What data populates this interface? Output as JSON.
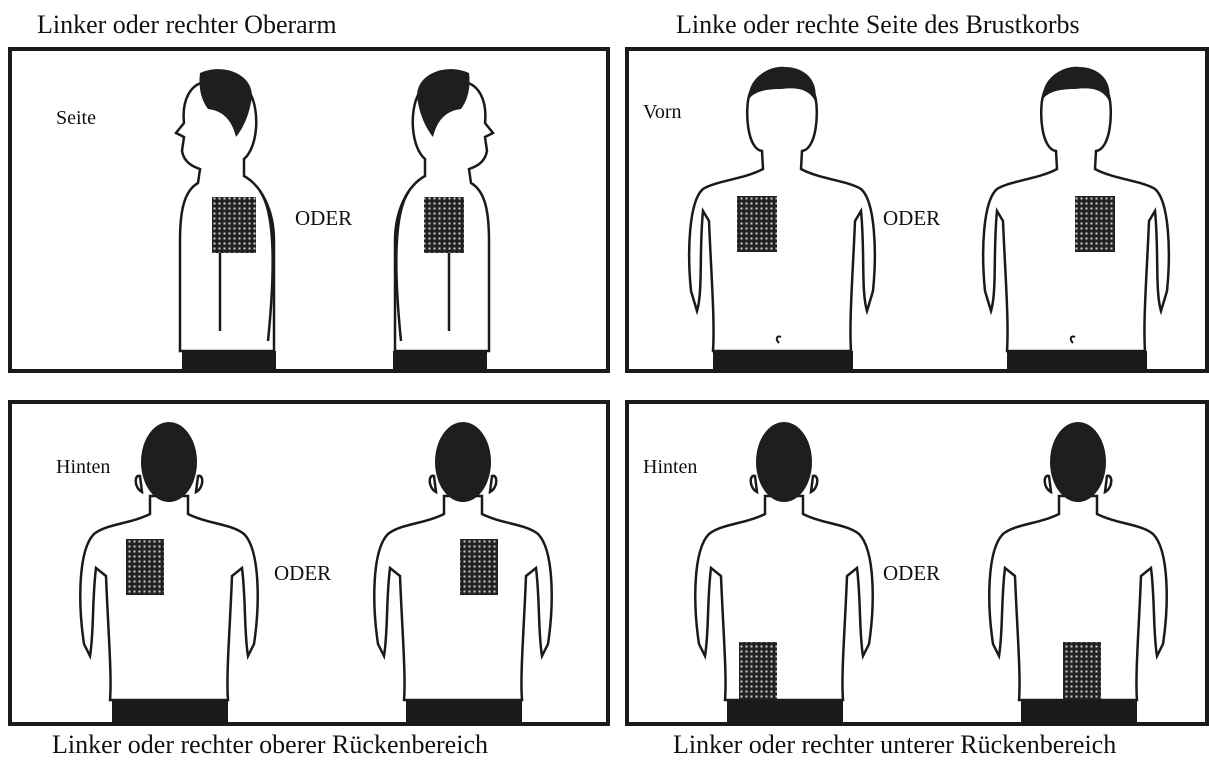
{
  "captions": {
    "upper_arm": "Linker oder rechter Oberarm",
    "chest": "Linke oder rechte Seite des Brustkorbs",
    "upper_back": "Linker oder rechter oberer Rückenbereich",
    "lower_back": "Linker oder rechter unterer Rückenbereich"
  },
  "panels": {
    "upper_arm": {
      "view": "Seite",
      "or": "ODER"
    },
    "chest": {
      "view": "Vorn",
      "or": "ODER"
    },
    "upper_back": {
      "view": "Hinten",
      "or": "ODER"
    },
    "lower_back": {
      "view": "Hinten",
      "or": "ODER"
    }
  },
  "colors": {
    "outline": "#1a1a1a",
    "hair": "#1e1e1e",
    "patch": "#222222",
    "pants": "#1a1a1a"
  },
  "icons": [
    "side-figure-icon",
    "front-figure-icon",
    "back-figure-icon",
    "patch-icon"
  ]
}
